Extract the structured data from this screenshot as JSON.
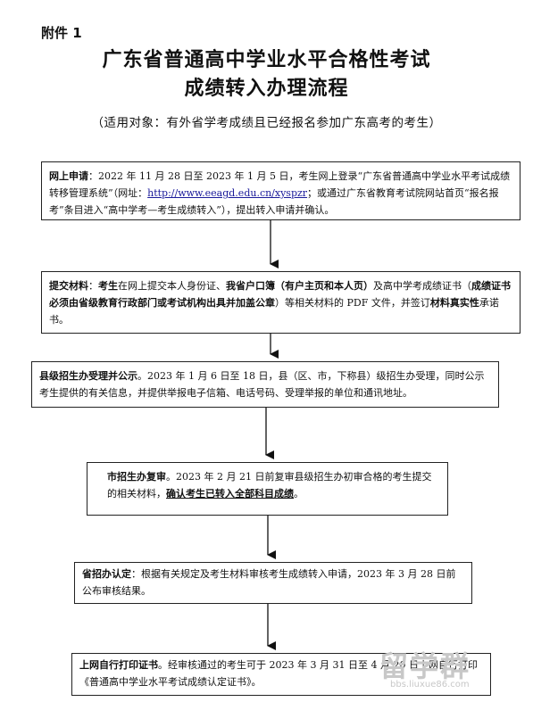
{
  "header": {
    "attachment": "附件 1",
    "title_line1": "广东省普通高中学业水平合格性考试",
    "title_line2": "成绩转入办理流程",
    "subtitle": "（适用对象：有外省学考成绩且已经报名参加广东高考的考生）"
  },
  "steps": [
    {
      "title": "网上申请",
      "sep": "：",
      "text1": "2022 年 11 月 28 日至 2023 年 1 月 5 日，考生网上登录“广东省普通高中学业水平考试成绩转移管理系统”（网址：",
      "link": "http://www.eeagd.edu.cn/xyspzr",
      "text2": "；或通过广东省教育考试院网站首页“报名报考”条目进入“高中学考—考生成绩转入”），提出转入申请并确认。"
    },
    {
      "title": "提交材料",
      "sep": "：",
      "p1": "考生",
      "p2": "在网上提交本人身份证、",
      "p3": "我省户口簿（有户主页和本人页）",
      "p4": "及高中学考成绩证书（",
      "p5": "成绩证书必须由省级教育行政部门或考试机构出具并加盖公章",
      "p6": "）等相关材料的 PDF 文件，并签订",
      "p7": "材料真实性",
      "p8": "承诺书。"
    },
    {
      "title": "县级招生办受理并公示",
      "sep": "。",
      "text": "2023 年 1 月 6 日至 18 日，县（区、市，下称县）级招生办受理，同时公示考生提供的有关信息，并提供举报电子信箱、电话号码、受理举报的单位和通讯地址。"
    },
    {
      "title": "市招生办复审",
      "sep": "。",
      "text": "2023 年 2 月 21 日前复审县级招生办初审合格的考生提交的相关材料，",
      "emph": "确认考生已转入全部科目成绩",
      "end": "。"
    },
    {
      "title": "省招办认定",
      "sep": "：",
      "text": "根据有关规定及考生材料审核考生成绩转入申请，2023 年 3 月 28 日前公布审核结果。"
    },
    {
      "title": "上网自行打印证书",
      "sep": "。",
      "text": "经审核通过的考生可于 2023 年 3 月 31 日至 4 月 20 日上网自行打印《普通高中学业水平考试成绩认定证书》。"
    }
  ],
  "watermark": {
    "text": "留学群",
    "url": "bbs.liuxue86.com"
  }
}
